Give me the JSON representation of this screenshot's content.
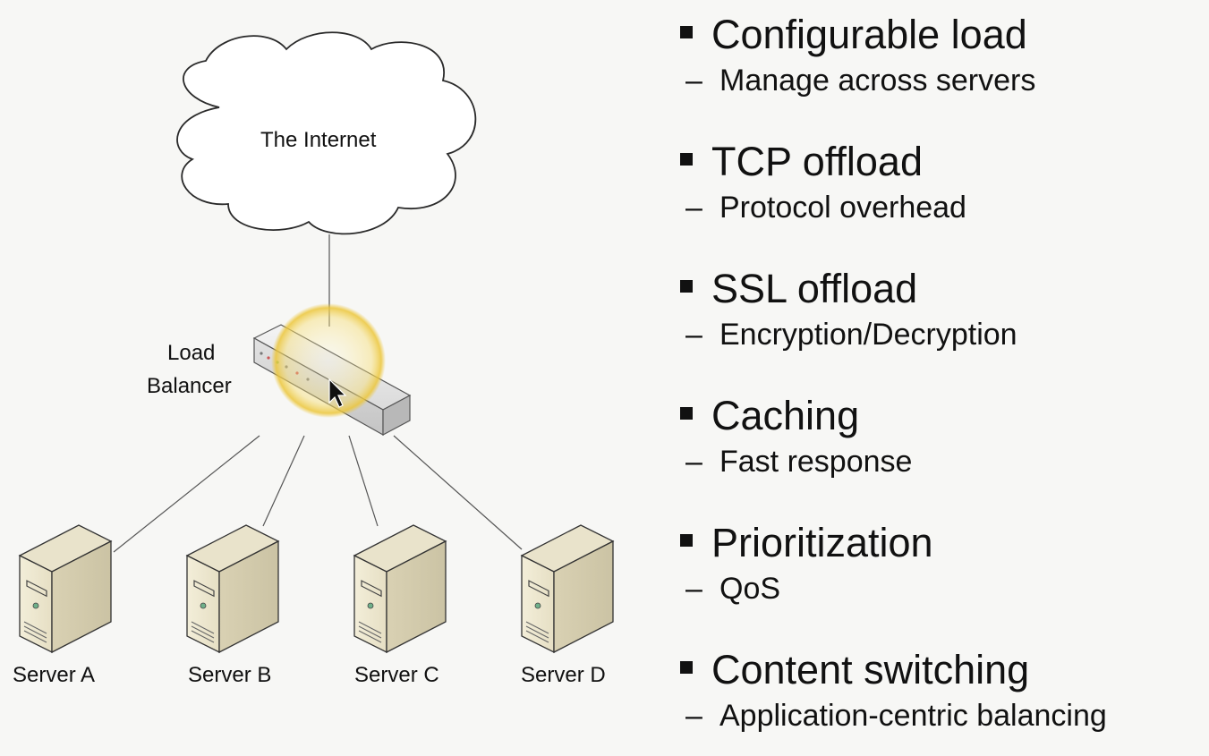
{
  "diagram": {
    "cloud_label": "The Internet",
    "balancer_label_line1": "Load",
    "balancer_label_line2": "Balancer",
    "servers": [
      "Server A",
      "Server B",
      "Server C",
      "Server D"
    ]
  },
  "bullets": [
    {
      "title": "Configurable load",
      "sub": "Manage across servers"
    },
    {
      "title": "TCP offload",
      "sub": "Protocol overhead"
    },
    {
      "title": "SSL offload",
      "sub": "Encryption/Decryption"
    },
    {
      "title": "Caching",
      "sub": "Fast response"
    },
    {
      "title": "Prioritization",
      "sub": "QoS"
    },
    {
      "title": "Content switching",
      "sub": "Application-centric balancing"
    }
  ],
  "sub_dash": "–",
  "colors": {
    "background": "#f7f7f5",
    "server_face": "#efe9d3",
    "highlight": "#f2d35a"
  }
}
